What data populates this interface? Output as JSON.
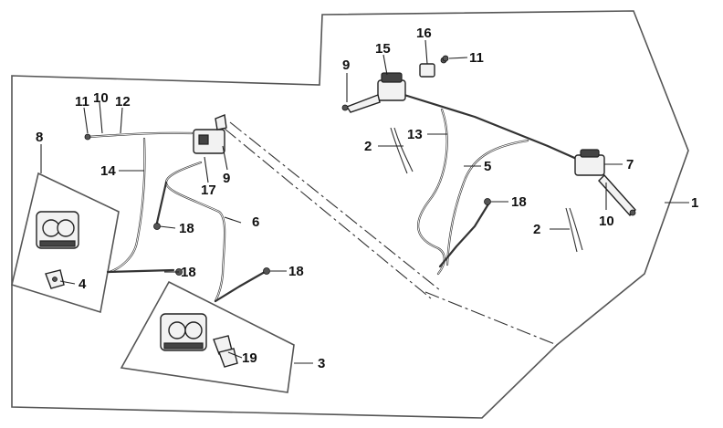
{
  "callouts": {
    "c1": "1",
    "c2a": "2",
    "c2b": "2",
    "c3": "3",
    "c4": "4",
    "c5": "5",
    "c6": "6",
    "c7": "7",
    "c8": "8",
    "c9a": "9",
    "c9b": "9",
    "c10a": "10",
    "c10b": "10",
    "c11a": "11",
    "c11b": "11",
    "c12": "12",
    "c13": "13",
    "c14": "14",
    "c15": "15",
    "c16": "16",
    "c17": "17",
    "c18a": "18",
    "c18b": "18",
    "c18c": "18",
    "c18d": "18",
    "c19": "19"
  }
}
